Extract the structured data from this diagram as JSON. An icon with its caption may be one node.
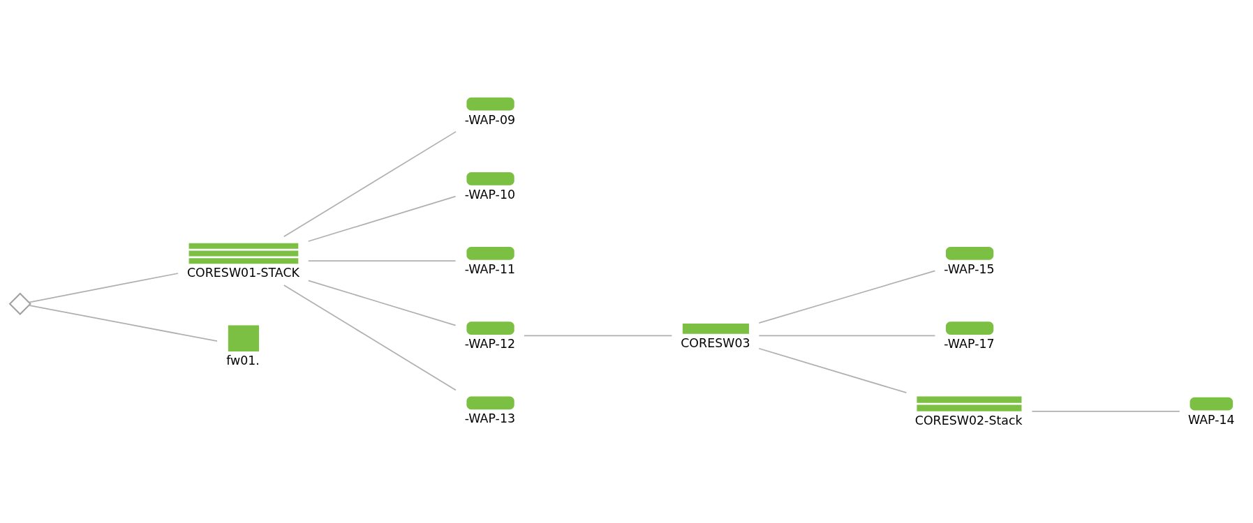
{
  "diagram": {
    "nodes": [
      {
        "text": [],
        "shape": "diamond"
      },
      {
        "text": [
          "CORESW01-STACK"
        ]
      },
      {
        "text": [
          "fw01."
        ]
      },
      {
        "text": [
          "-WAP-09"
        ]
      },
      {
        "text": [
          "-WAP-10"
        ]
      },
      {
        "text": [
          "-WAP-11"
        ]
      },
      {
        "text": [
          "-WAP-12"
        ]
      },
      {
        "text": [
          "-WAP-13"
        ]
      },
      {
        "text": [
          "CORESW03"
        ]
      },
      {
        "text": [
          "-WAP-15"
        ]
      },
      {
        "text": [
          "-WAP-17"
        ]
      },
      {
        "text": [
          "CORESW02-Stack"
        ]
      },
      {
        "text": [
          "WAP-14"
        ]
      }
    ],
    "edges": [
      {
        "from": 0,
        "to": 1,
        "arrow": "none"
      },
      {
        "from": 0,
        "to": 2,
        "arrow": "none"
      },
      {
        "from": 1,
        "to": 3,
        "arrow": "none"
      },
      {
        "from": 1,
        "to": 4,
        "arrow": "none"
      },
      {
        "from": 1,
        "to": 5,
        "arrow": "none"
      },
      {
        "from": 1,
        "to": 6,
        "arrow": "none"
      },
      {
        "from": 1,
        "to": 7,
        "arrow": "none"
      },
      {
        "from": 6,
        "to": 8,
        "arrow": "none"
      },
      {
        "from": 8,
        "to": 9,
        "arrow": "none"
      },
      {
        "from": 8,
        "to": 10,
        "arrow": "none"
      },
      {
        "from": 8,
        "to": 11,
        "arrow": "none"
      },
      {
        "from": 11,
        "to": 12,
        "arrow": "none"
      }
    ]
  }
}
